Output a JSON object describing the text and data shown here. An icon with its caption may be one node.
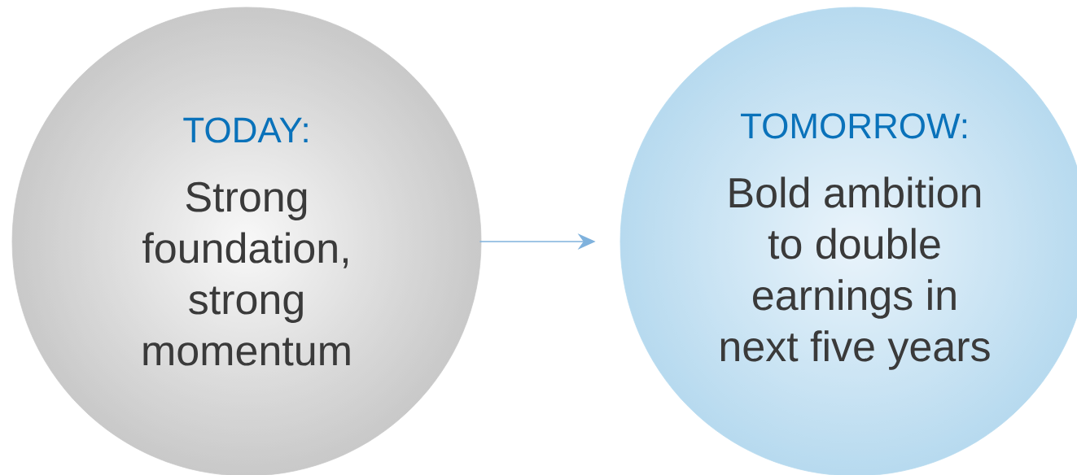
{
  "diagram": {
    "nodes": [
      {
        "text": [
          "TODAY:",
          "Strong foundation, strong momentum"
        ]
      },
      {
        "text": [
          "TOMORROW:",
          "Bold ambition to double earnings in next five years"
        ]
      }
    ],
    "edges": [
      {
        "from": 0,
        "to": 1,
        "arrow": "to"
      }
    ]
  }
}
